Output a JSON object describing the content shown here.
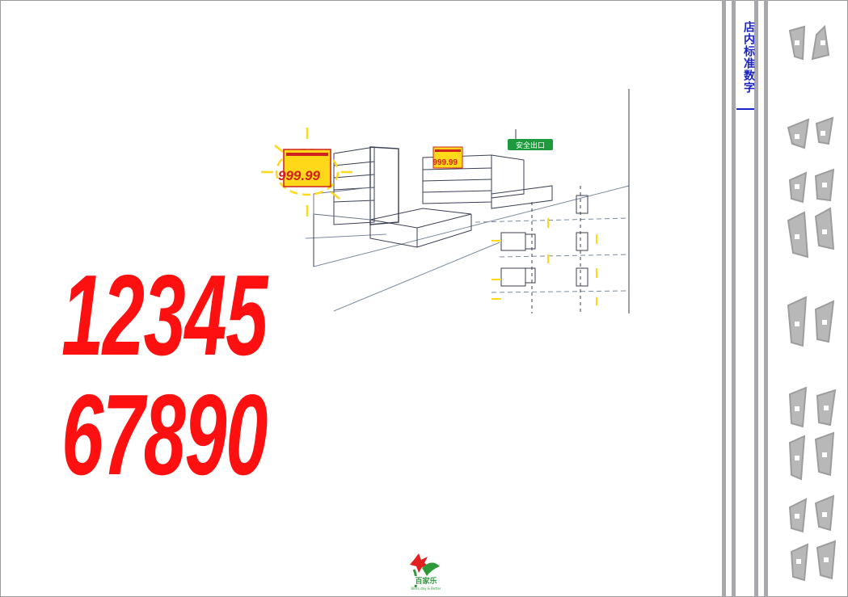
{
  "side_title": "店内标准数字",
  "digits": {
    "row1": "12345",
    "row2": "67890"
  },
  "sketch": {
    "exit_sign": "安全出口",
    "price_tag_main": "999.99",
    "price_tag_small": "999.99"
  },
  "logo": {
    "brand": "百家乐",
    "slogan": "Bless day & Better"
  },
  "colors": {
    "digit_red": "#ff1010",
    "title_blue": "#1a23c8",
    "stripe_gray": "#a7a7ad",
    "tag_yellow": "#ffd81a",
    "exit_green": "#1d9a3c",
    "logo_green": "#2e9a3a"
  },
  "icons": [
    "shelf-sketch-illustration",
    "flower-logo-icon"
  ]
}
